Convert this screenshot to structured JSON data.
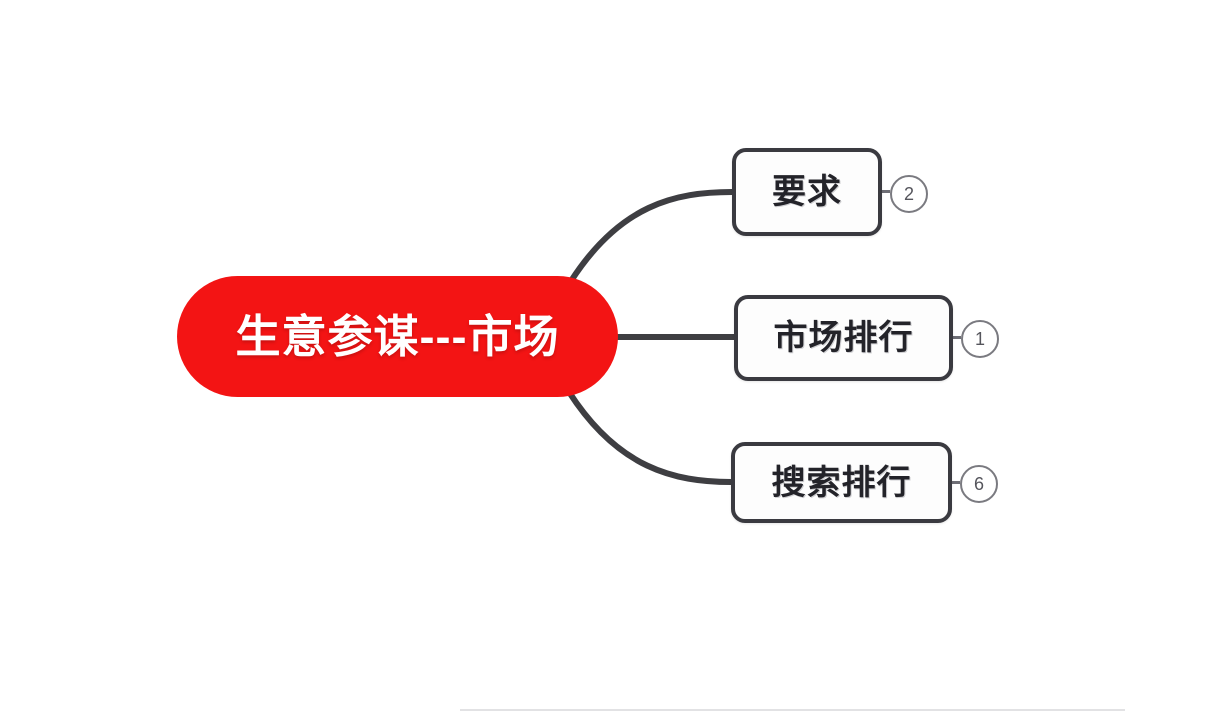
{
  "diagram": {
    "type": "mind-map",
    "background_color": "#ffffff",
    "root": {
      "label": "生意参谋---市场",
      "fill_color": "#f31414",
      "text_color": "#ffffff",
      "shape": "pill"
    },
    "branch_style": {
      "border_color": "#3a3a40",
      "fill_color": "#fdfdfd",
      "text_color": "#232329",
      "connector_color": "#3e3e42"
    },
    "badge_style": {
      "border_color": "#7a7a80",
      "text_color": "#55555c"
    },
    "branches": [
      {
        "label": "要求",
        "badge": "②",
        "badge_number": "2"
      },
      {
        "label": "市场排行",
        "badge": "①",
        "badge_number": "1"
      },
      {
        "label": "搜索排行",
        "badge": "⑥",
        "badge_number": "6"
      }
    ]
  }
}
